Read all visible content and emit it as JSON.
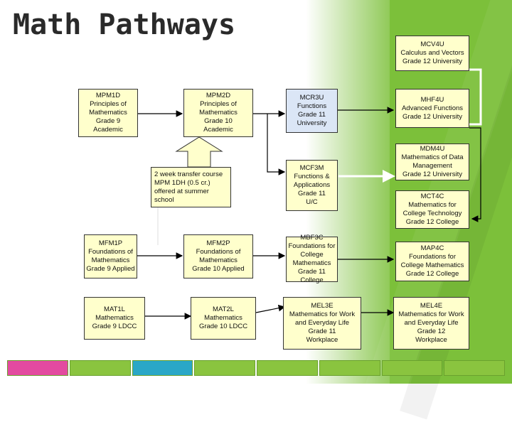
{
  "title": "Math Pathways",
  "colors": {
    "box": "#ffffcc",
    "box_highlight": "#dbe6f6",
    "green_bg": "#7cc03a",
    "arrow": "#000000",
    "white_arrow": "#ffffff"
  },
  "boxes": {
    "mpm1d": "MPM1D\nPrinciples of\nMathematics\nGrade 9\nAcademic",
    "mpm2d": "MPM2D\nPrinciples of\nMathematics\nGrade 10\nAcademic",
    "mcr3u": "MCR3U\nFunctions\nGrade 11\nUniversity",
    "mcv4u": "MCV4U\nCalculus and Vectors\nGrade 12 University",
    "mhf4u": "MHF4U\nAdvanced Functions\nGrade 12 University",
    "mdm4u": "MDM4U\nMathematics of Data\nManagement\nGrade 12 University",
    "transfer": "2 week transfer course\nMPM 1DH (0.5 cr.)\noffered  at summer\nschool",
    "mcf3m": "MCF3M\nFunctions &\nApplications\nGrade 11\nU/C",
    "mct4c": "MCT4C\nMathematics for\nCollege Technology\nGrade 12 College",
    "mfm1p": "MFM1P\nFoundations of\nMathematics\nGrade 9 Applied",
    "mfm2p": "MFM2P\nFoundations of\nMathematics\nGrade 10 Applied",
    "mbf3c": "MBF3C\nFoundations for\nCollege\nMathematics\nGrade 11 College",
    "map4c": "MAP4C\nFoundations for\nCollege Mathematics\nGrade 12 College",
    "mat1l": "MAT1L\nMathematics\nGrade 9 LDCC",
    "mat2l": "MAT2L\nMathematics\nGrade 10 LDCC",
    "mel3e": "MEL3E\nMathematics for Work\nand Everyday Life\nGrade 11\nWorkplace",
    "mel4e": "MEL4E\nMathematics for Work\nand Everyday Life\nGrade 12\nWorkplace"
  },
  "footer_segments": 8
}
